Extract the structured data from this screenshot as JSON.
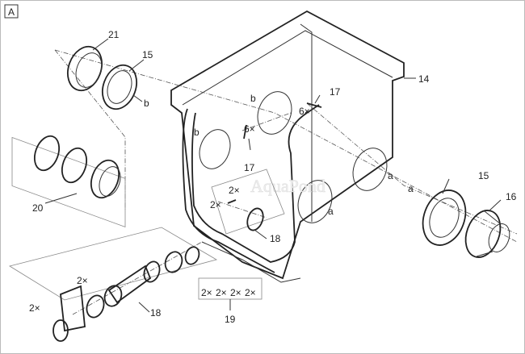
{
  "figure_letter": "A",
  "watermark": "AquaPond",
  "callouts": {
    "p21": "21",
    "p15_left": "15",
    "b_left_ring": "b",
    "p20": "20",
    "p14": "14",
    "b_back": "b",
    "b_left": "b",
    "p17_right": "17",
    "qty_6x_right": "6×",
    "qty_6x_left": "6×",
    "p17_left": "17",
    "a_side": "a",
    "a_front": "a",
    "a_right": "a",
    "p15_right": "15",
    "p16": "16",
    "qty_2x_a": "2×",
    "qty_2x_b": "2×",
    "p18_upper": "18",
    "qty_2x_c": "2×",
    "qty_2x_d": "2×",
    "p18_lower": "18",
    "kit19_qty": [
      "2×",
      "2×",
      "2×",
      "2×"
    ],
    "p19": "19"
  }
}
